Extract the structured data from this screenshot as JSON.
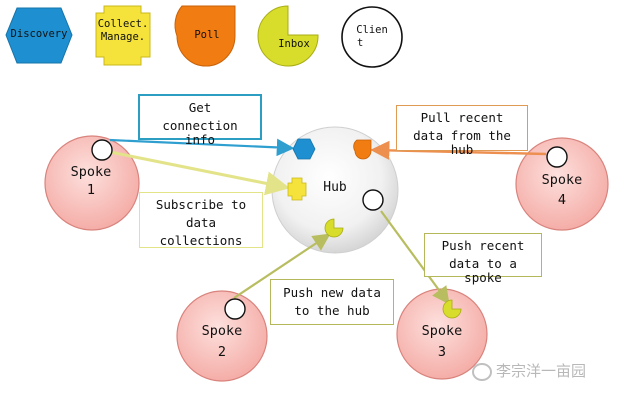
{
  "legend": {
    "discovery": "Discovery",
    "collect_line1": "Collect.",
    "collect_line2": "Manage.",
    "poll": "Poll",
    "inbox": "Inbox",
    "client_line1": "Clien",
    "client_line2": "t"
  },
  "hub": {
    "label": "Hub"
  },
  "spokes": [
    {
      "line1": "Spoke",
      "line2": "1"
    },
    {
      "line1": "Spoke",
      "line2": "2"
    },
    {
      "line1": "Spoke",
      "line2": "3"
    },
    {
      "line1": "Spoke",
      "line2": "4"
    }
  ],
  "callouts": {
    "get_info": [
      "Get",
      "connection",
      "info"
    ],
    "subscribe": [
      "Subscribe to",
      "data",
      "collections"
    ],
    "push_hub": [
      "Push new data",
      "to the hub"
    ],
    "push_spoke": [
      "Push recent",
      "data to a",
      "spoke"
    ],
    "pull": [
      "Pull recent",
      "data from the",
      "hub"
    ]
  },
  "colors": {
    "discovery": "#1e8fd0",
    "collect": "#f5e23a",
    "poll": "#f07c12",
    "inbox": "#d8dc2a",
    "spoke_fill": "#f7b7b2",
    "spoke_stroke": "#d9837d",
    "callout_border": "#2c9ec2",
    "callout_border_alt": "#b5b85a",
    "callout_border_pull": "#e09a53",
    "arrow_blue": "#2f9fd0",
    "arrow_yellow": "#e3e38a",
    "arrow_orange": "#ec8f4f",
    "arrow_olive": "#b8bd60"
  },
  "watermark": "李宗洋一亩园"
}
